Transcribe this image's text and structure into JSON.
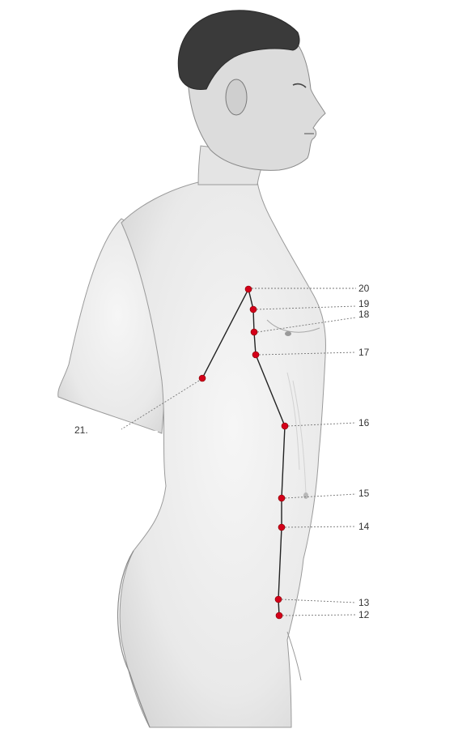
{
  "colors": {
    "point": "#d4001a",
    "meridian": "#222222",
    "skin": "#ececec",
    "outline": "#9a9a9a",
    "hair": "#3a3a3a"
  },
  "figure": {
    "subject": "male torso in right side profile, arms behind back",
    "style": "pencil drawing"
  },
  "points": [
    {
      "id": "p12",
      "label": "12"
    },
    {
      "id": "p13",
      "label": "13"
    },
    {
      "id": "p14",
      "label": "14"
    },
    {
      "id": "p15",
      "label": "15"
    },
    {
      "id": "p16",
      "label": "16"
    },
    {
      "id": "p17",
      "label": "17"
    },
    {
      "id": "p18",
      "label": "18"
    },
    {
      "id": "p19",
      "label": "19"
    },
    {
      "id": "p20",
      "label": "20"
    },
    {
      "id": "p21",
      "label": "21."
    }
  ]
}
